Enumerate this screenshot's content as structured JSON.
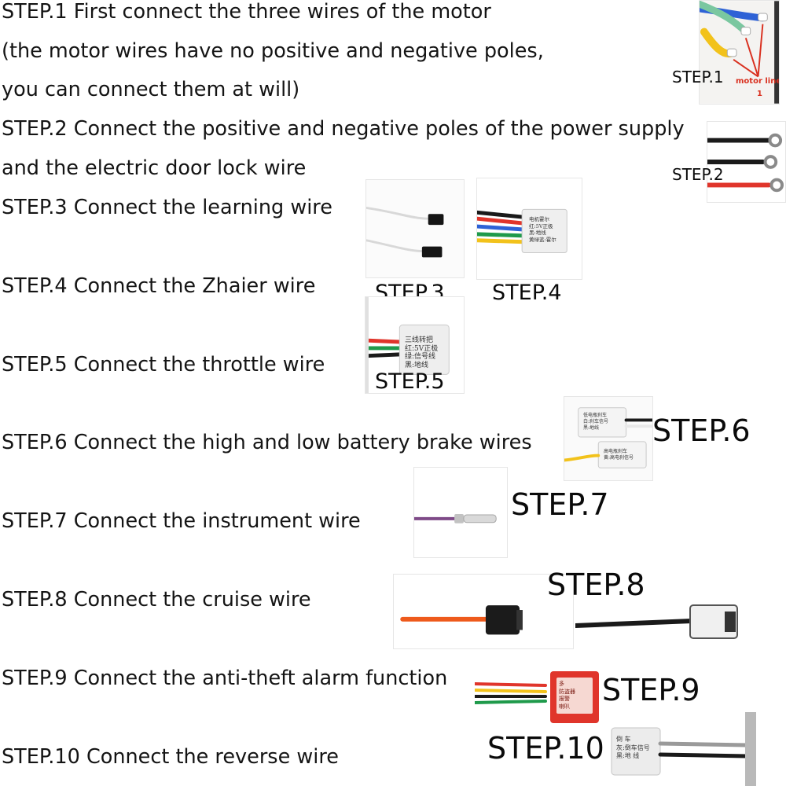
{
  "steps": [
    {
      "id": 1,
      "lines": [
        "STEP.1 First connect the three wires of the motor",
        "(the motor wires have no positive and negative poles,",
        "you can connect them at will)"
      ],
      "label": "STEP.1"
    },
    {
      "id": 2,
      "lines": [
        "STEP.2 Connect the positive and negative poles of the power supply",
        "and the electric door lock wire"
      ],
      "label": "STEP.2"
    },
    {
      "id": 3,
      "lines": [
        "STEP.3 Connect the learning wire"
      ],
      "label": "STEP.3"
    },
    {
      "id": 4,
      "lines": [
        "STEP.4 Connect the Zhaier wire"
      ],
      "label": "STEP.4"
    },
    {
      "id": 5,
      "lines": [
        "STEP.5 Connect the throttle wire"
      ],
      "label": "STEP.5"
    },
    {
      "id": 6,
      "lines": [
        "STEP.6 Connect the high and low battery brake wires"
      ],
      "label": "STEP.6"
    },
    {
      "id": 7,
      "lines": [
        "STEP.7 Connect the instrument wire"
      ],
      "label": "STEP.7"
    },
    {
      "id": 8,
      "lines": [
        "STEP.8 Connect the cruise wire"
      ],
      "label": "STEP.8"
    },
    {
      "id": 9,
      "lines": [
        "STEP.9 Connect the anti-theft alarm function"
      ],
      "label": "STEP.9"
    },
    {
      "id": 10,
      "lines": [
        "STEP.10 Connect the reverse wire"
      ],
      "label": "STEP.10"
    }
  ],
  "photo_annotations": {
    "motor_line": "motor line",
    "motor_line_num": "1"
  },
  "connector_text": {
    "hall": [
      "电机霍尔",
      "红:5V正极",
      "黑:地线",
      "黄绿蓝:霍尔"
    ],
    "throttle": [
      "三线转把",
      "红:5V正极",
      "绿:信号线",
      "黑:地线"
    ],
    "brake_low": [
      "低电瓶刹车",
      "白:刹车信号",
      "黑:地线"
    ],
    "brake_high": [
      "高电瓶刹车",
      "黄:高电刹信号"
    ],
    "alarm": [
      "多",
      "防盗器",
      "报警",
      "喇叭"
    ],
    "reverse": [
      "倒 车",
      "灰:倒车信号",
      "黑:地 线"
    ]
  },
  "colors": {
    "annotation_red": "#d9301f",
    "wire_black": "#1a1a1a",
    "wire_red": "#e0352b",
    "wire_yellow": "#f2c21b",
    "wire_green": "#1f9a4b",
    "wire_blue": "#2e62d6",
    "wire_orange": "#ee5a1c",
    "wire_purple": "#7e4a87"
  }
}
